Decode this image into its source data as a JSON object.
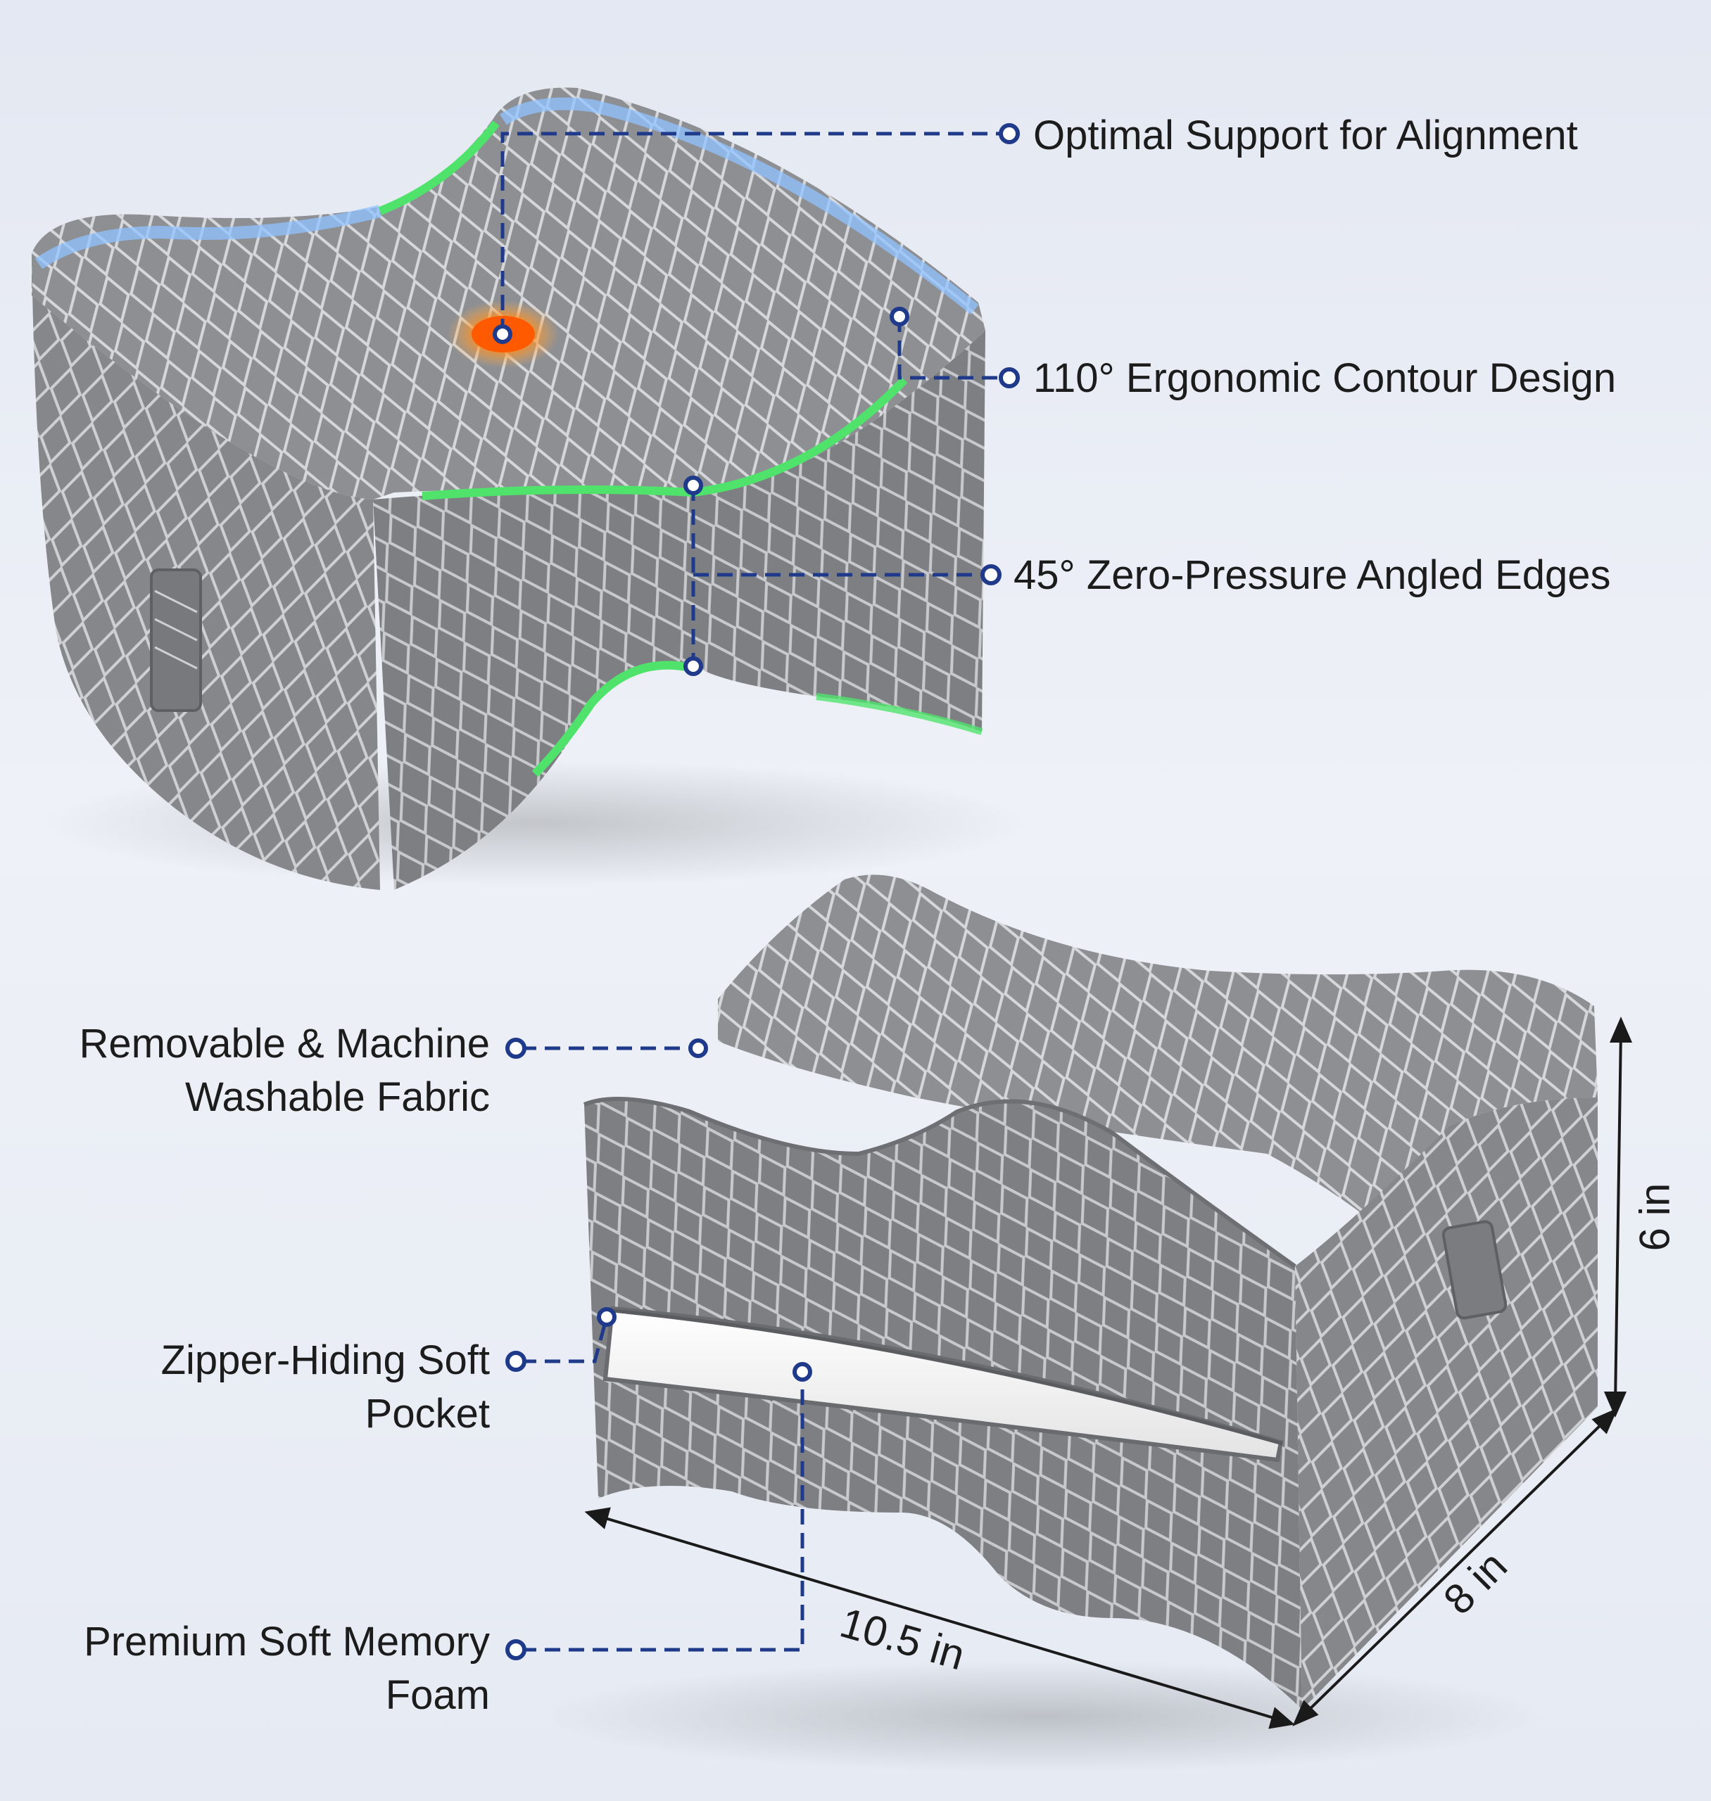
{
  "colors": {
    "background": "#e8ebf3",
    "fabric": "#8f9094",
    "fabric_pattern": "#d8d9dc",
    "callout_line": "#1f3a8a",
    "contour_glow": "#4fe36b",
    "top_glow": "#8fc3ff",
    "pressure_point": "#ff6a00",
    "foam": "#f4f4f4"
  },
  "callouts": {
    "optimal_support": "Optimal Support for Alignment",
    "contour_design": "110° Ergonomic Contour Design",
    "angled_edges": "45° Zero-Pressure Angled Edges",
    "washable_fabric_line1": "Removable & Machine",
    "washable_fabric_line2": "Washable Fabric",
    "zipper_pocket_line1": "Zipper-Hiding Soft",
    "zipper_pocket_line2": "Pocket",
    "memory_foam_line1": "Premium Soft Memory",
    "memory_foam_line2": "Foam"
  },
  "dimensions": {
    "height": "6 in",
    "depth": "8 in",
    "width": "10.5 in"
  },
  "icons": {
    "callout_marker": "ring-dot-icon",
    "dimension_arrow": "double-arrow-icon"
  }
}
